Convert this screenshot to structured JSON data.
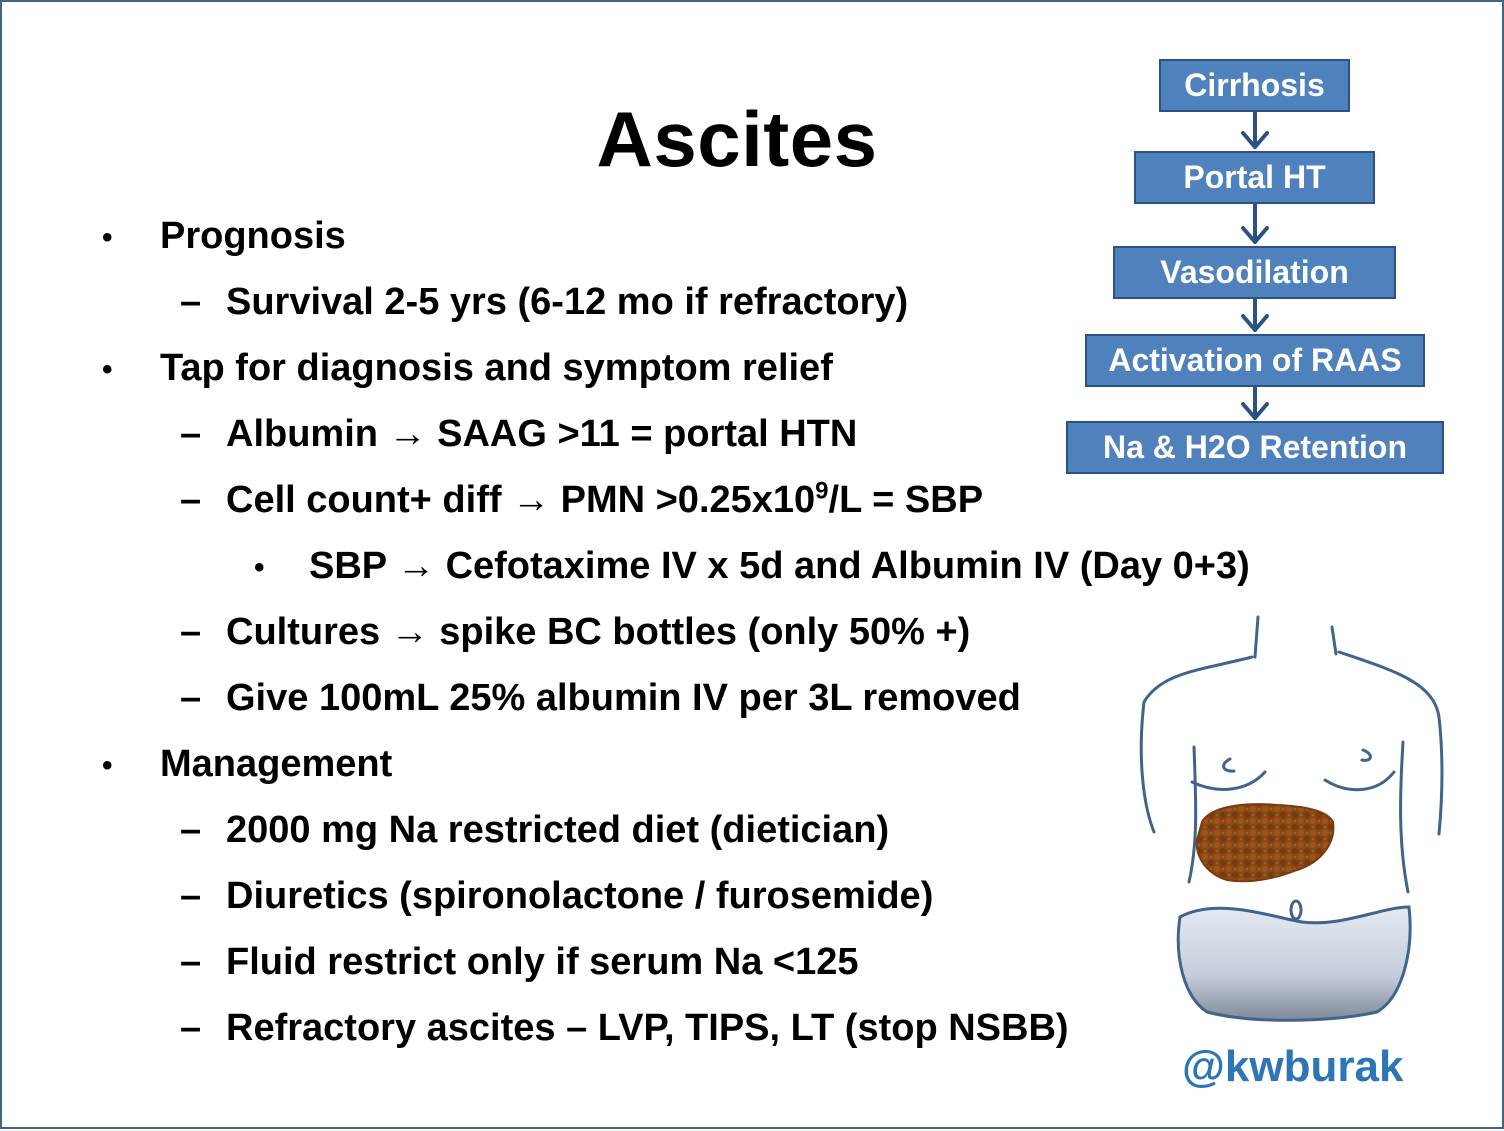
{
  "slide": {
    "title": "Ascites",
    "handle": "@kwburak"
  },
  "content": {
    "prognosis": "Prognosis",
    "survival": "Survival 2-5 yrs (6-12 mo if refractory)",
    "tap": "Tap for diagnosis and symptom relief",
    "albumin": "Albumin → SAAG >11 = portal HTN",
    "cell_count_main": "Cell count+ diff → PMN >0.25x10",
    "cell_count_sup": "9",
    "cell_count_tail": "/L = SBP",
    "sbp": "SBP → Cefotaxime IV x 5d and Albumin IV (Day 0+3)",
    "cultures": "Cultures → spike BC bottles (only 50% +)",
    "give_albumin": "Give 100mL 25% albumin IV per 3L removed",
    "management": "Management",
    "diet": "2000 mg Na restricted diet (dietician)",
    "diuretics": "Diuretics (spironolactone / furosemide)",
    "fluid": "Fluid restrict only if serum Na <125",
    "refractory": "Refractory ascites – LVP, TIPS, LT (stop NSBB)"
  },
  "markers": {
    "bullet": "•",
    "dash": "–"
  },
  "flowchart": {
    "steps": [
      "Cirrhosis",
      "Portal HT",
      "Vasodilation",
      "Activation of RAAS",
      "Na & H2O Retention"
    ],
    "box_color": "#4f81bd",
    "border_color": "#2c5285",
    "arrow_color": "#2c5285"
  },
  "illustration": {
    "subject": "abdomen-with-liver-and-ascites",
    "liver_color": "#8b4513",
    "fluid_color": "#c9d3e0",
    "outline_color": "#41648c"
  },
  "colors": {
    "handle": "#2e75b6",
    "slide_border": "#41648c"
  }
}
